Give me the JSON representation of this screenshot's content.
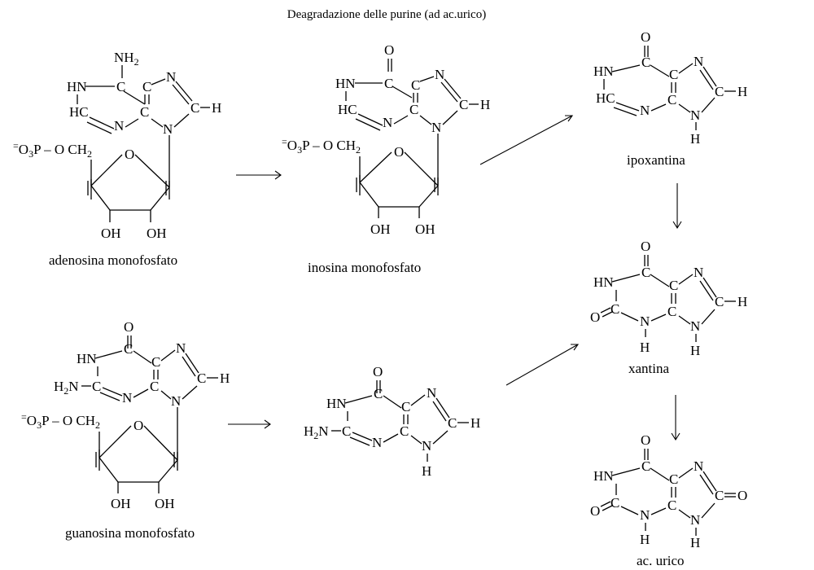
{
  "title": "Deagradazione delle purine (ad ac.urico)",
  "compounds": {
    "amp": {
      "label": "adenosina monofosfato",
      "substituent": "NH2"
    },
    "imp": {
      "label": "inosina monofosfato",
      "substituent": "O"
    },
    "gmp": {
      "label": "guanosina monofosfato",
      "substituent": "O"
    },
    "guanine": {
      "label": "",
      "substituent": "O"
    },
    "hypoxanthine": {
      "label": "ipoxantina"
    },
    "xanthine": {
      "label": "xantina"
    },
    "uric_acid": {
      "label": "ac. urico"
    }
  },
  "atoms": {
    "H": "H",
    "HN": "HN",
    "HC": "HC",
    "N": "N",
    "C": "C",
    "O": "O",
    "OH": "OH",
    "NH": "N",
    "phosphate": "O3P",
    "phosphate_charge": "=",
    "och2": "OCH2",
    "h2n": "H2N",
    "c_eq_o": "C=O"
  }
}
